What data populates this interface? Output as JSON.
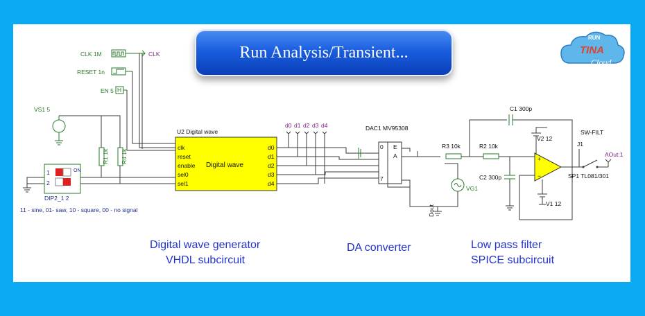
{
  "run_button": "Run Analysis/Transient...",
  "logo": {
    "run": "RUN",
    "tina": "TINA",
    "cloud": "Cloud"
  },
  "inputs": {
    "clk_source": "CLK 1M",
    "clk_net": "CLK",
    "reset_source": "RESET 1n",
    "enable_source": "EN 5",
    "vs1": "VS1 5",
    "r1": "R1 1k",
    "r4": "R4 1k",
    "dip": "DIP2_1 2",
    "dip_on": "ON",
    "dip_pin1": "1",
    "dip_pin2": "2",
    "mode_note": "11 - sine, 01- saw, 10 - square, 00 - no signal"
  },
  "u2": {
    "title": "U2 Digital wave",
    "body": "Digital wave",
    "left_pins": [
      "clk",
      "reset",
      "enable",
      "sel0",
      "sel1"
    ],
    "right_pins": [
      "d0",
      "d1",
      "d2",
      "d3",
      "d4"
    ]
  },
  "bus_labels": [
    "d0",
    "d1",
    "d2",
    "d3",
    "d4"
  ],
  "dac": {
    "title": "DAC1 MV95308",
    "pin0": "0",
    "pin7": "7",
    "pin_e": "E",
    "pin_a": "A",
    "dout": "Dout",
    "vg1": "VG1"
  },
  "filter": {
    "r3": "R3 10k",
    "r2": "R2 10k",
    "c1": "C1 300p",
    "c2": "C2 300p",
    "v2": "V2 12",
    "v1": "V1 12",
    "opamp": "SP1 TL081/301",
    "sw": "SW-FILT",
    "j1": "J1",
    "aout": "AOut:1"
  },
  "captions": {
    "gen_line1": "Digital wave generator",
    "gen_line2": "VHDL subcircuit",
    "dac_line1": "DA converter",
    "lpf_line1": "Low pass filter",
    "lpf_line2": "SPICE subcircuit"
  }
}
